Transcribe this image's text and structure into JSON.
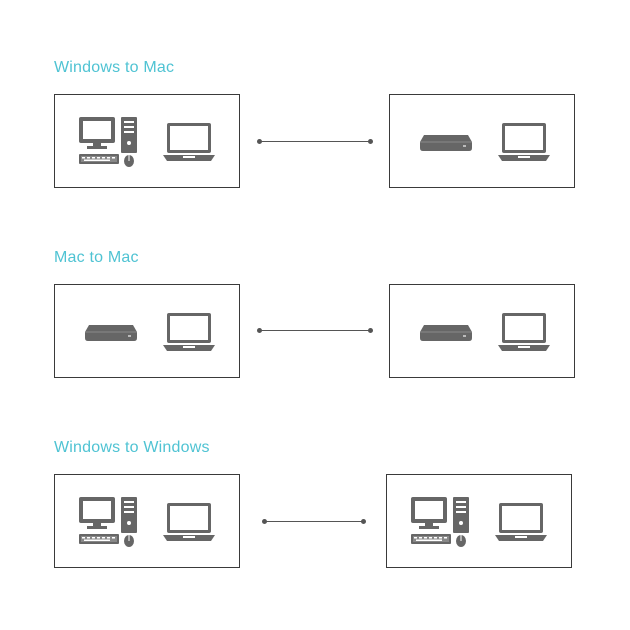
{
  "sections": [
    {
      "title": "Windows to Mac"
    },
    {
      "title": "Mac to Mac"
    },
    {
      "title": "Windows to Windows"
    }
  ],
  "icons": {
    "desktop": "windows-desktop-pc-icon",
    "macmini": "mac-mini-icon",
    "laptop": "laptop-icon"
  },
  "colors": {
    "title": "#4fc3d3",
    "icon": "#666666",
    "border": "#3a3a3a",
    "connector": "#555555"
  }
}
